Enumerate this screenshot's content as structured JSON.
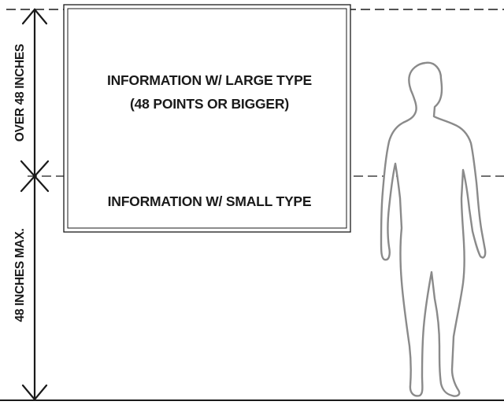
{
  "sign": {
    "upper_line1": "INFORMATION W/ LARGE TYPE",
    "upper_line2": "(48 POINTS OR BIGGER)",
    "lower_line": "INFORMATION W/ SMALL TYPE"
  },
  "dimensions": {
    "upper_label": "OVER 48 INCHES",
    "lower_label": "48 INCHES MAX."
  },
  "colors": {
    "ink": "#1a1a1a",
    "figure_outline": "#8a8a8a"
  }
}
